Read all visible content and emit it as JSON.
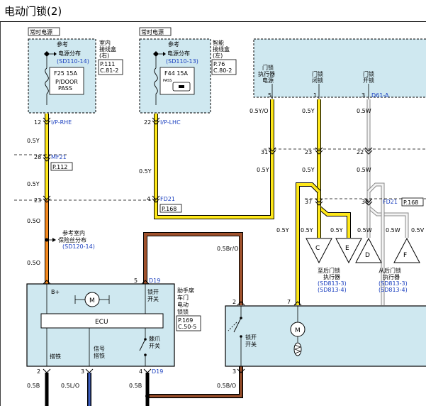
{
  "title": "电动门锁(2)",
  "fuses": {
    "left": {
      "tag": "常时电源",
      "ref_line1": "参考",
      "ref_line2": "电源分布",
      "ref_code": "(SD110-14)",
      "box_line1": "室内",
      "box_line2": "接线盒",
      "box_line3": "(右)",
      "page": "P.111",
      "coord": "C.81-2",
      "fuse": "F25 15A",
      "fuse_name1": "P/DOOR",
      "fuse_name2": "PASS"
    },
    "right": {
      "tag": "常时电源",
      "ref_line1": "参考",
      "ref_line2": "电源分布",
      "ref_code": "(SD110-13)",
      "box_line1": "智能",
      "box_line2": "接线盒",
      "box_line3": "(左)",
      "page": "P.76",
      "coord": "C.80-2",
      "fuse": "F44 15A",
      "fuse_name1": "PASS"
    }
  },
  "relay_group": {
    "col1_l1": "门锁",
    "col1_l2": "执行器",
    "col1_l3": "电源",
    "col2_l1": "门锁",
    "col2_l2": "闭锁",
    "col3_l1": "门锁",
    "col3_l2": "开锁",
    "conn": "D61-A"
  },
  "pins": {
    "p12": "12",
    "p22": "22",
    "p28": "28",
    "p23a": "23",
    "p4a": "4",
    "p5a": "5",
    "p1": "1",
    "p3a": "3",
    "p31": "31",
    "p23b": "23",
    "p22b": "22",
    "p37": "37",
    "p38": "38",
    "p5b": "5",
    "p2a": "2",
    "p7": "7",
    "p2b": "2",
    "p3b": "3",
    "p4b": "4",
    "p3c": "3"
  },
  "connectors": {
    "ip_rhe": "I/P-RHE",
    "ip_lhc": "I/P-LHC",
    "mf21": "MF21",
    "mf21_page": "P.112",
    "fd21": "FD21",
    "fd21_page": "P.168",
    "fd21b": "FD21",
    "fd21b_page": "P.168",
    "d19": "D19",
    "d19b": "D19"
  },
  "wires": {
    "w_05y_a": "0.5Y",
    "w_05y_b": "0.5Y",
    "w_05o_a": "0.5O",
    "w_05o_b": "0.5O",
    "w_05y_c": "0.5Y",
    "w_05yo": "0.5Y/O",
    "w_05y_d": "0.5Y",
    "w_05w_a": "0.5W",
    "w_05y_e": "0.5Y",
    "w_05y_f": "0.5Y",
    "w_05w_b": "0.5W",
    "w_05y_g": "0.5Y",
    "w_05y_h": "0.5Y",
    "w_05y_i": "0.5Y",
    "w_05w_c": "0.5W",
    "w_05w_d": "0.5W",
    "w_05w_e": "0.5V",
    "w_05bro": "0.5Br/O",
    "w_05b": "0.5B",
    "w_05lo": "0.5L/O",
    "w_05b_b": "0.5B",
    "w_05bo": "0.5B/O"
  },
  "ref_fuse": {
    "line1": "参考室内",
    "line2": "保险丝分布",
    "code": "(SD120-14)"
  },
  "ecu_module": {
    "bplus": "B+",
    "motor": "M",
    "ecu": "ECU",
    "ground1": "搭铁",
    "sig1": "信号",
    "sig2": "搭铁",
    "switch1_l1": "锁开",
    "switch1_l2": "开关",
    "switch2_l1": "棘爪",
    "switch2_l2": "开关"
  },
  "module_label": {
    "l1": "助手席",
    "l2": "车门",
    "l3": "电动",
    "l4": "锁锁",
    "page": "P.169",
    "coord": "C.50-5"
  },
  "actuators": {
    "front": {
      "c": "C",
      "e": "E",
      "l1": "至后门锁",
      "l2": "执行器",
      "code1": "(SD813-3)",
      "code2": "(SD813-4)"
    },
    "rear": {
      "d": "D",
      "f": "F",
      "l1": "从后门锁",
      "l2": "执行器",
      "code1": "(SD813-3)",
      "code2": "(SD813-4)"
    }
  },
  "right_module": {
    "motor": "M",
    "switch_l1": "锁开",
    "switch_l2": "开关"
  },
  "colors": {
    "yellow": "#ffe81a",
    "orange": "#f58a1f",
    "brown": "#a0522d",
    "white_wire": "#cfcfcf",
    "blue_wire": "#3c5fc4",
    "panel": "#cfe8f0"
  }
}
